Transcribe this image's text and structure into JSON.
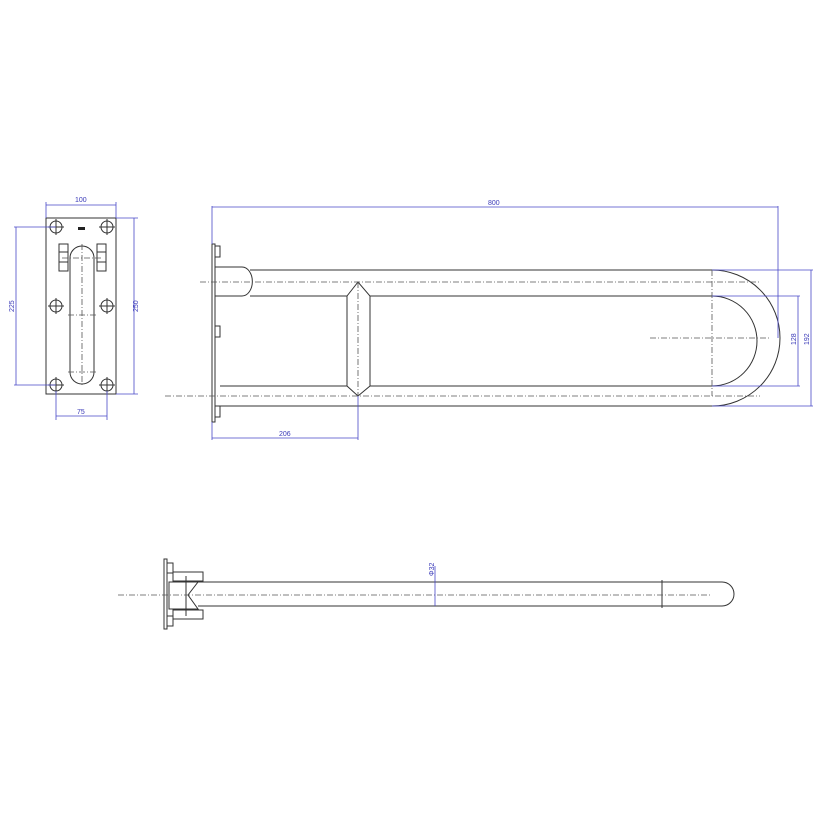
{
  "drawing": {
    "subject": "hinged U-shaped grab bar technical drawing",
    "colors": {
      "geometry": "#333333",
      "dimension": "#4a4ac8",
      "background": "#ffffff"
    },
    "views": {
      "front_plate": {
        "dims": {
          "width": "100",
          "height": "250",
          "hole_vertical": "225",
          "hole_horizontal": "75"
        }
      },
      "top_view": {
        "dims": {
          "length": "800",
          "support_offset": "206",
          "inner_width": "128",
          "outer_width": "192"
        }
      },
      "side_view": {
        "dims": {
          "tube_diameter": "Φ32"
        }
      }
    }
  }
}
